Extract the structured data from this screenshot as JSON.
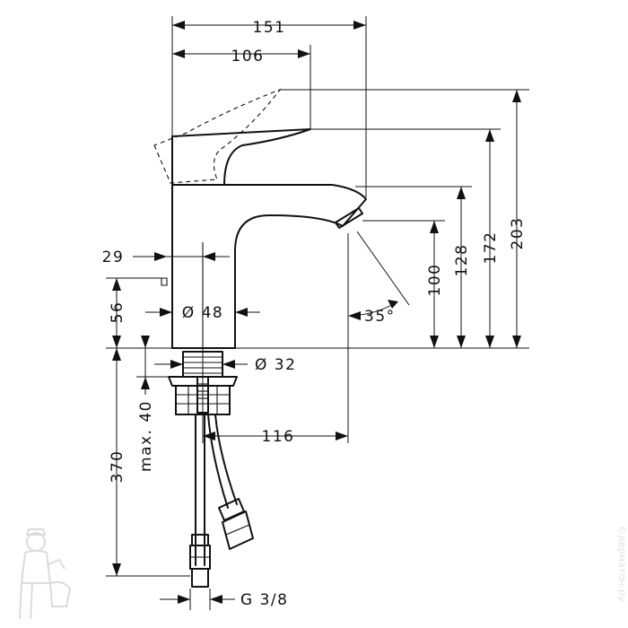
{
  "drawing": {
    "dimensions": {
      "overall_depth": "151",
      "handle_reach": "106",
      "handle_raised_height": "203",
      "handle_height": "172",
      "spout_height": "128",
      "outlet_height": "100",
      "rear_offset": "29",
      "lever_height": "56",
      "body_diameter": "Ø 48",
      "shank_diameter": "Ø 32",
      "shank_length": "370",
      "max_deck_thickness": "max. 40",
      "spout_projection": "116",
      "connection_thread": "G 3/8",
      "spray_angle": "35°"
    },
    "watermark": "©дерматон-ру"
  }
}
